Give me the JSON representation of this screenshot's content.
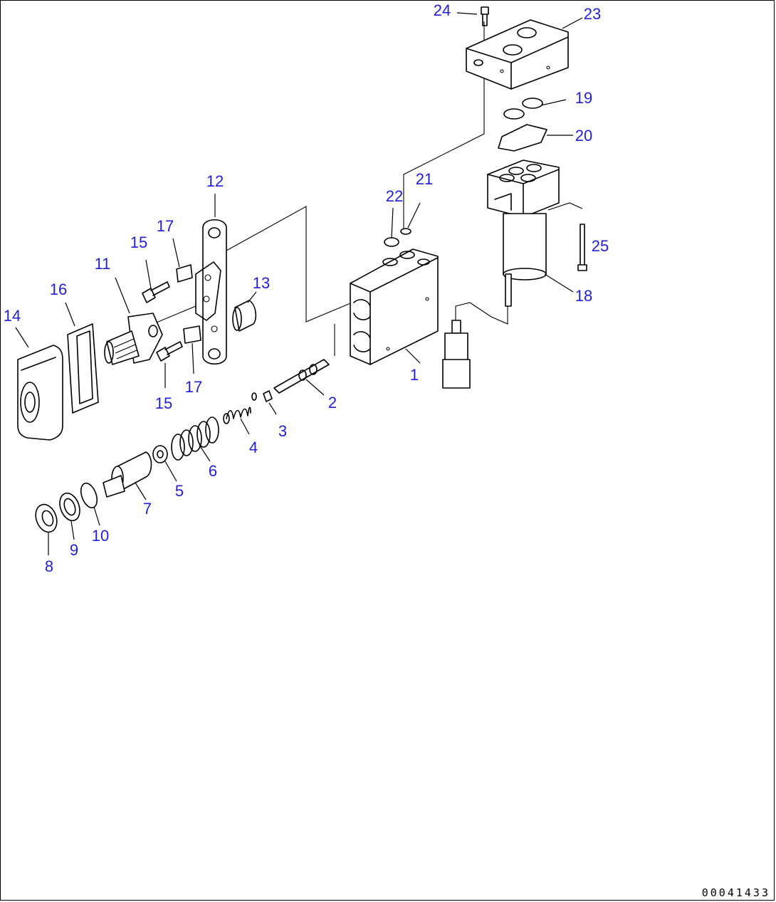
{
  "diagram": {
    "drawing_code": "00041433",
    "callouts": {
      "c1": "1",
      "c2": "2",
      "c3": "3",
      "c4": "4",
      "c5": "5",
      "c6": "6",
      "c7": "7",
      "c8": "8",
      "c9": "9",
      "c10": "10",
      "c11": "11",
      "c12": "12",
      "c13": "13",
      "c14": "14",
      "c15a": "15",
      "c15b": "15",
      "c16": "16",
      "c17a": "17",
      "c17b": "17",
      "c18": "18",
      "c19": "19",
      "c20": "20",
      "c21": "21",
      "c22": "22",
      "c23": "23",
      "c24": "24",
      "c25": "25"
    },
    "colors": {
      "callout": "#1f1fe0",
      "line": "#000000",
      "background": "#ffffff"
    }
  }
}
